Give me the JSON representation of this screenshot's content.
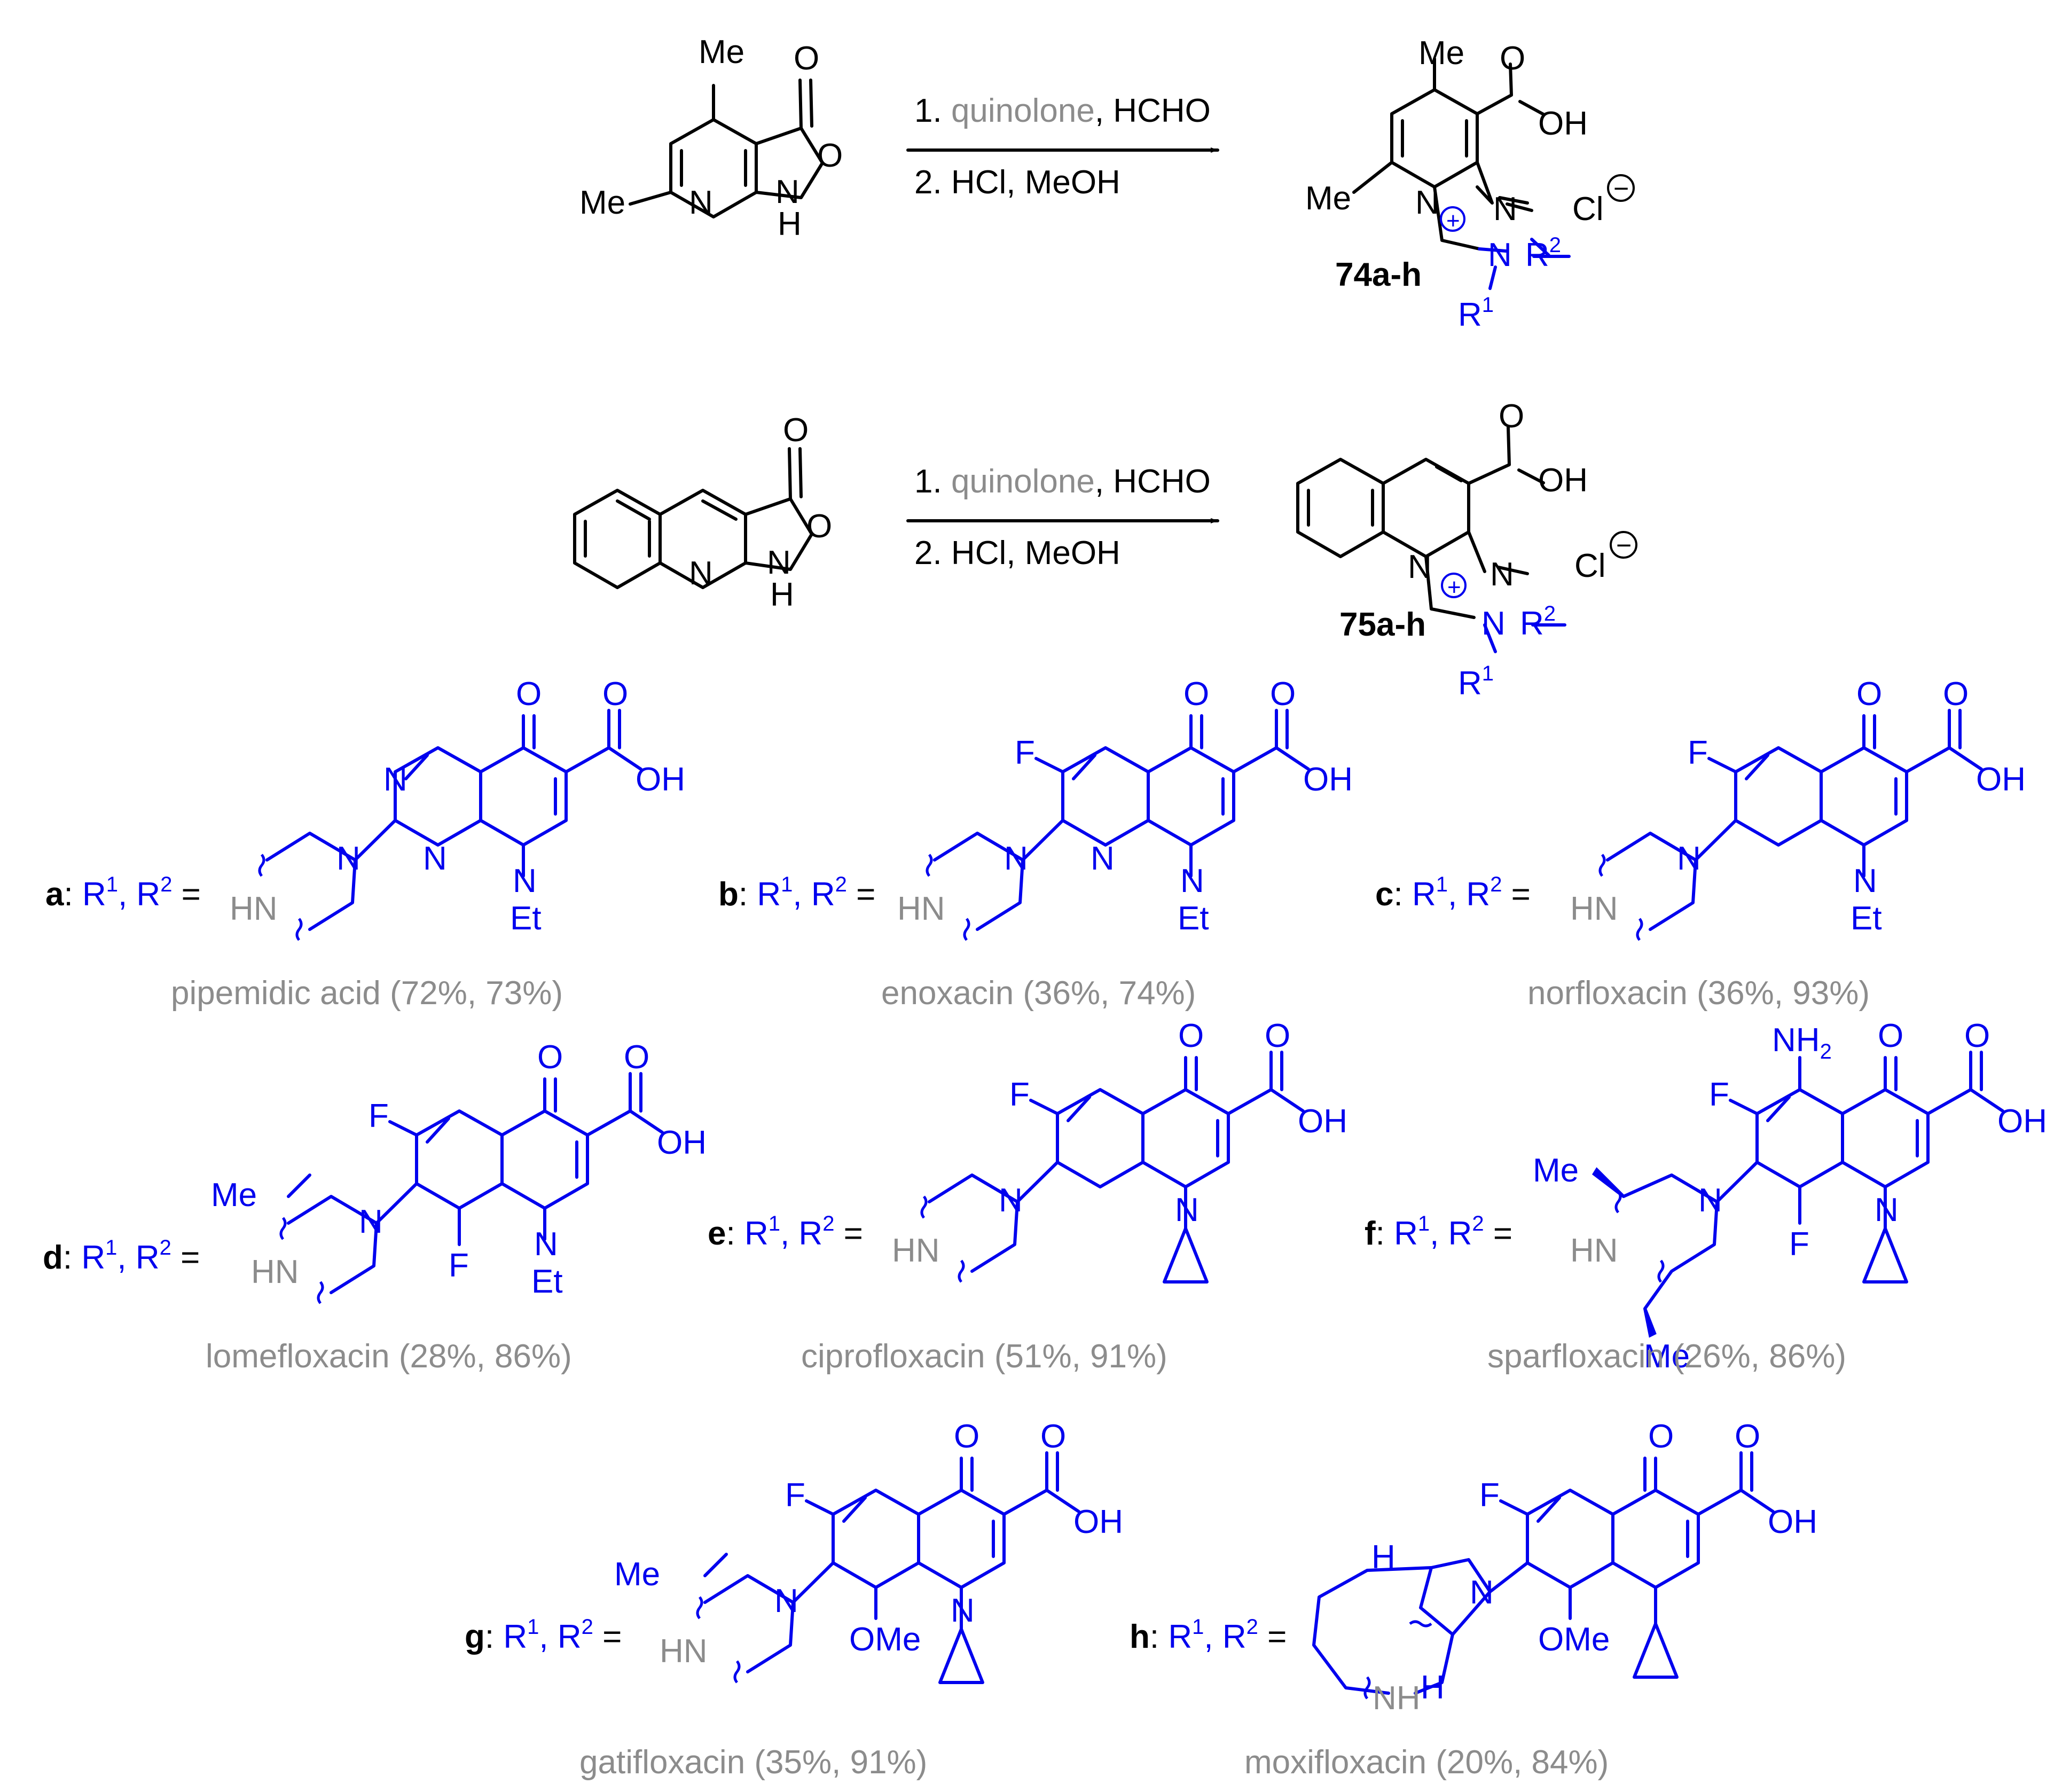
{
  "reactions": [
    {
      "start_atoms": {
        "me_top": "Me",
        "me_left": "Me",
        "n": "N",
        "o_carbonyl": "O",
        "o_ring": "O",
        "nh_n": "N",
        "nh_h": "H"
      },
      "step1_number": "1. ",
      "step1_reagent": "quinolone",
      "step1_rest": ", HCHO",
      "step2": "2. HCl, MeOH",
      "product_label": "74a-h",
      "product_atoms": {
        "me_top": "Me",
        "me_left": "Me",
        "o": "O",
        "oh": "OH",
        "n_ring": "N",
        "n_imine": "N",
        "n_plus": "N",
        "r2": "R",
        "r2_sup": "2",
        "r1": "R",
        "r1_sup": "1",
        "plus": "+",
        "cl": "Cl",
        "minus": "−"
      }
    },
    {
      "start_atoms": {
        "n": "N",
        "o_carbonyl": "O",
        "o_ring": "O",
        "nh_n": "N",
        "nh_h": "H"
      },
      "step1_number": "1. ",
      "step1_reagent": "quinolone",
      "step1_rest": ", HCHO",
      "step2": "2. HCl, MeOH",
      "product_label": "75a-h",
      "product_atoms": {
        "o": "O",
        "oh": "OH",
        "n_ring": "N",
        "n_imine": "N",
        "n_plus": "N",
        "r2": "R",
        "r2_sup": "2",
        "r1": "R",
        "r1_sup": "1",
        "plus": "+",
        "cl": "Cl",
        "minus": "−"
      }
    }
  ],
  "variants": [
    {
      "letter": "a",
      "drug": "pipemidic acid (72%, 73%)"
    },
    {
      "letter": "b",
      "drug": "enoxacin (36%, 74%)"
    },
    {
      "letter": "c",
      "drug": "norfloxacin (36%, 93%)"
    },
    {
      "letter": "d",
      "drug": "lomefloxacin (28%, 86%)"
    },
    {
      "letter": "e",
      "drug": "ciprofloxacin (51%, 91%)"
    },
    {
      "letter": "f",
      "drug": "sparfloxacin (26%, 86%)"
    },
    {
      "letter": "g",
      "drug": "gatifloxacin (35%, 91%)"
    },
    {
      "letter": "h",
      "drug": "moxifloxacin (20%, 84%)"
    }
  ],
  "r_label": {
    "sep": ": ",
    "r": "R",
    "one": "1",
    "comma": ", ",
    "two": "2",
    "eq": " ="
  },
  "substituent_text": {
    "o": "O",
    "oh": "OH",
    "n": "N",
    "et": "Et",
    "f": "F",
    "hn": "HN",
    "me": "Me",
    "nh2": "NH",
    "nh2_sub": "2",
    "ome": "OMe",
    "h": "H",
    "nh": "NH"
  },
  "colors": {
    "reactant_black": "#000000",
    "substituent_blue": "#0000ee",
    "grey_text": "#8c8c8c"
  }
}
